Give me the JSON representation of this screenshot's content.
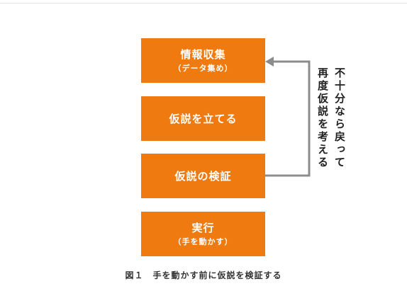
{
  "colors": {
    "box_fill": "#ef7a10",
    "box_text": "#ffffff",
    "arrow": "#8c8c8c",
    "note_text": "#222222"
  },
  "steps": [
    {
      "title": "情報収集",
      "subtitle": "（データ集め）"
    },
    {
      "title": "仮説を立てる",
      "subtitle": ""
    },
    {
      "title": "仮説の検証",
      "subtitle": ""
    },
    {
      "title": "実行",
      "subtitle": "（手を動かす）"
    }
  ],
  "feedback_note": {
    "line1": "不十分なら戻って",
    "line2": "再度仮説を考える"
  },
  "caption": "図１　手を動かす前に仮説を検証する"
}
